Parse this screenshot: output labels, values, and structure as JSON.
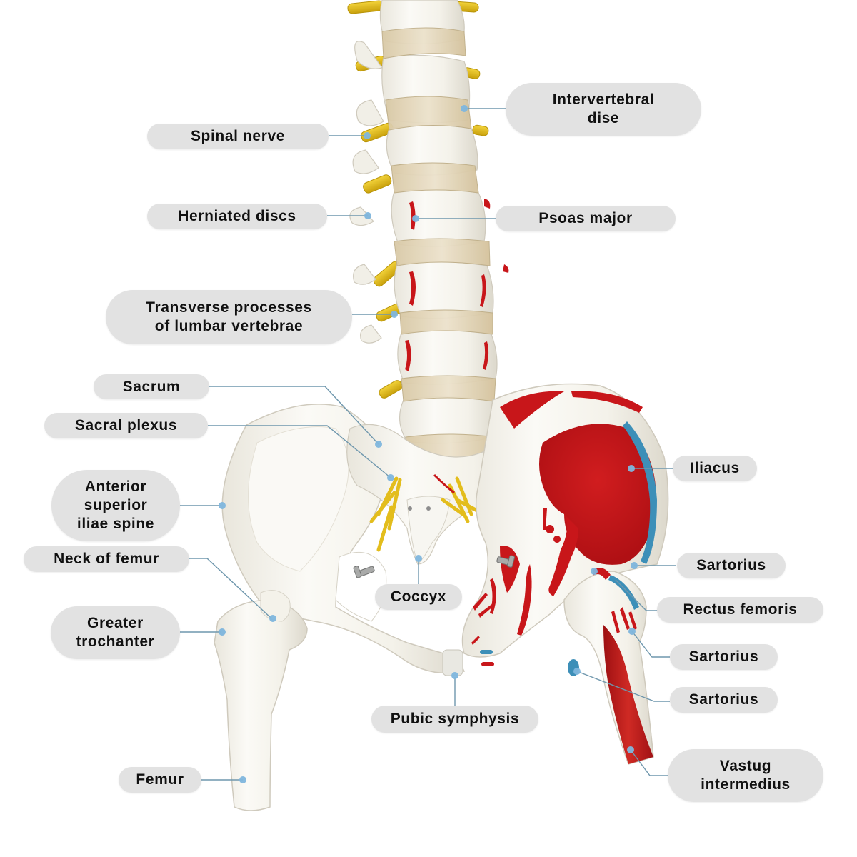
{
  "title": "Lumbar spine and pelvis anatomical model with labeled structures",
  "colors": {
    "label_bg": "#e2e2e2",
    "label_text": "#111111",
    "leader_line": "#6f97ad",
    "leader_dot": "#7fb6dd",
    "bone": "#f6f4ee",
    "bone_shadow": "#dcd8cc",
    "disc": "#e6d9bf",
    "nerve": "#e8c21a",
    "muscle_red": "#c8161a",
    "muscle_blue": "#3d8fb8"
  },
  "labels": [
    {
      "id": "intervertebral-disc",
      "text": "Intervertebral\ndise",
      "side": "right"
    },
    {
      "id": "spinal-nerve",
      "text": "Spinal nerve",
      "side": "left"
    },
    {
      "id": "herniated-discs",
      "text": "Herniated discs",
      "side": "left"
    },
    {
      "id": "psoas-major",
      "text": "Psoas major",
      "side": "right"
    },
    {
      "id": "transverse-processes",
      "text": "Transverse processes\nof lumbar vertebrae",
      "side": "left"
    },
    {
      "id": "sacrum",
      "text": "Sacrum",
      "side": "left"
    },
    {
      "id": "sacral-plexus",
      "text": "Sacral plexus",
      "side": "left"
    },
    {
      "id": "anterior-superior-iliac-spine",
      "text": "Anterior\nsuperior\niliae spine",
      "side": "left"
    },
    {
      "id": "neck-of-femur",
      "text": "Neck of femur",
      "side": "left"
    },
    {
      "id": "greater-trochanter",
      "text": "Greater\ntrochanter",
      "side": "left"
    },
    {
      "id": "femur",
      "text": "Femur",
      "side": "left"
    },
    {
      "id": "coccyx",
      "text": "Coccyx",
      "side": "center"
    },
    {
      "id": "pubic-symphysis",
      "text": "Pubic symphysis",
      "side": "center"
    },
    {
      "id": "iliacus",
      "text": "Iliacus",
      "side": "right"
    },
    {
      "id": "sartorius-1",
      "text": "Sartorius",
      "side": "right"
    },
    {
      "id": "rectus-femoris",
      "text": "Rectus femoris",
      "side": "right"
    },
    {
      "id": "sartorius-2",
      "text": "Sartorius",
      "side": "right"
    },
    {
      "id": "sartorius-3",
      "text": "Sartorius",
      "side": "right"
    },
    {
      "id": "vastus-intermedius",
      "text": "Vastug\nintermedius",
      "side": "right"
    }
  ]
}
